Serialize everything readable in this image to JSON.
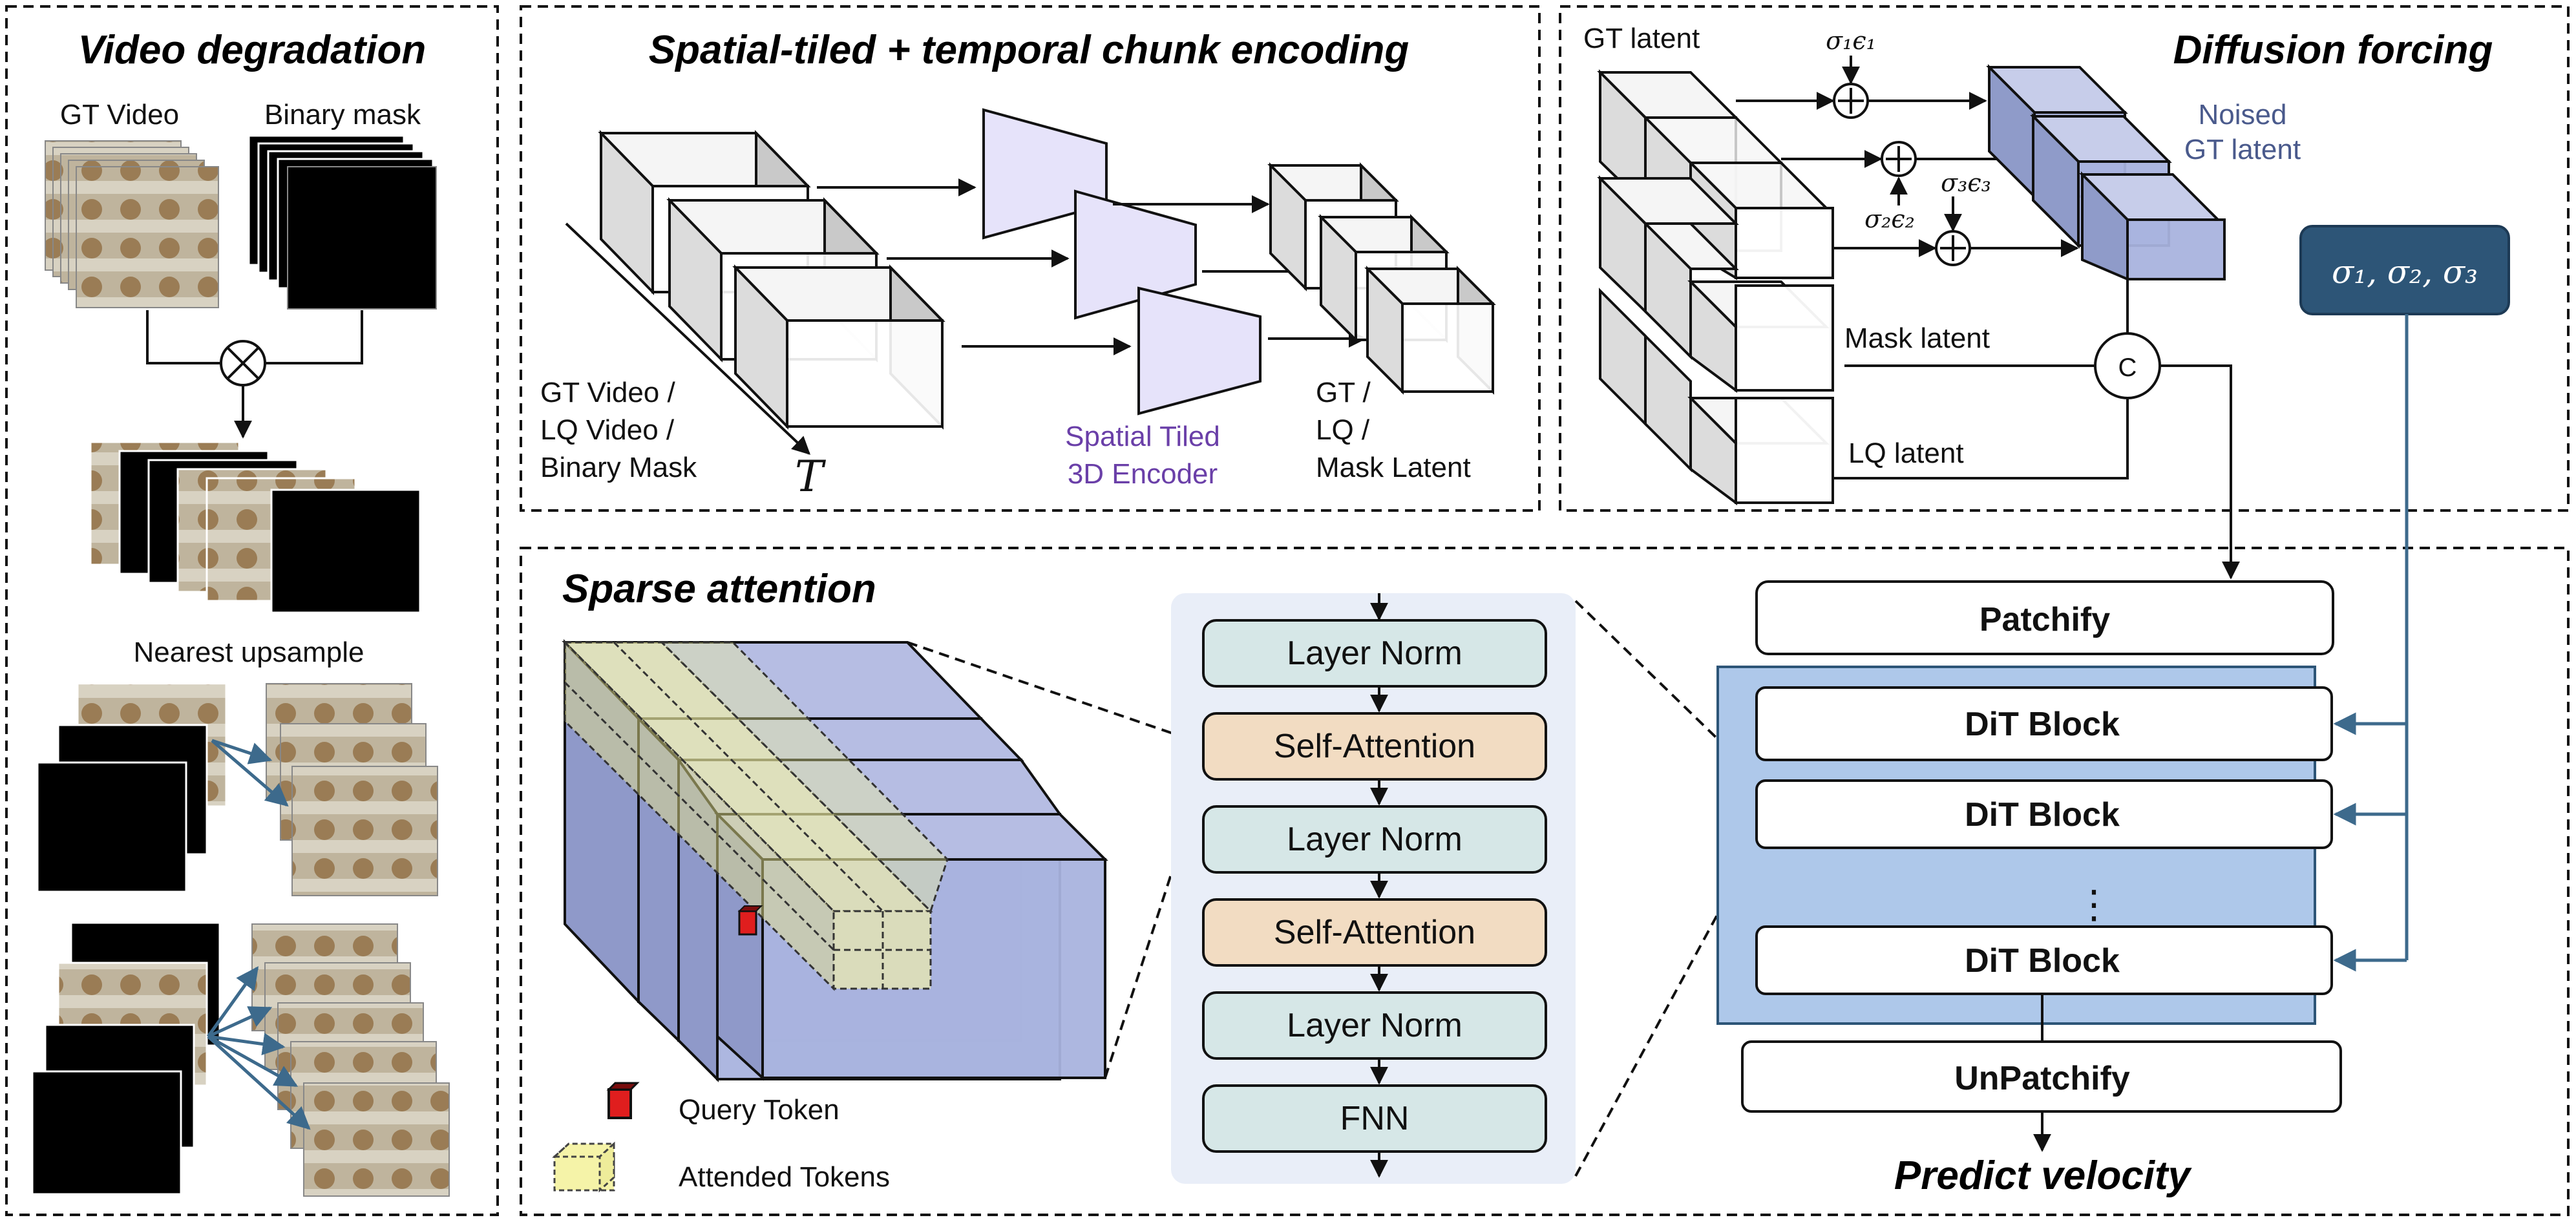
{
  "panels": {
    "degradation": {
      "title": "Video degradation",
      "gt_video": "GT Video",
      "binary_mask": "Binary mask",
      "multiply_icon": "⊗",
      "nearest_upsample": "Nearest upsample"
    },
    "encoding": {
      "title": "Spatial-tiled + temporal chunk encoding",
      "input_label": [
        "GT Video  /",
        "LQ Video  /",
        "Binary Mask"
      ],
      "time_axis": "T",
      "encoder_label": [
        "Spatial Tiled",
        "3D Encoder"
      ],
      "output_label": [
        "GT  /",
        "LQ  /",
        "Mask Latent"
      ]
    },
    "diffusion": {
      "title": "Diffusion forcing",
      "gt_latent": "GT latent",
      "noise_terms": [
        "σ₁ϵ₁",
        "σ₂ϵ₂",
        "σ₃ϵ₃"
      ],
      "noised_label": [
        "Noised",
        "GT latent"
      ],
      "mask_latent": "Mask latent",
      "lq_latent": "LQ latent",
      "concat": "C",
      "sigma_box": "σ₁, σ₂, σ₃"
    },
    "sparse": {
      "title": "Sparse attention",
      "legend_query": "Query Token",
      "legend_attended": "Attended Tokens",
      "block_stack": [
        "Layer Norm",
        "Self-Attention",
        "Layer Norm",
        "Self-Attention",
        "Layer Norm",
        "FNN"
      ]
    },
    "dit": {
      "patchify": "Patchify",
      "blocks": [
        "DiT Block",
        "DiT Block",
        "DiT Block"
      ],
      "ellipsis": "⋮",
      "unpatchify": "UnPatchify",
      "output": "Predict velocity"
    }
  },
  "colors": {
    "encoder_purple": "#e6e3fa",
    "encoder_label": "#6a3fa8",
    "noised_blue": "#a9b3de",
    "noised_label": "#4a5a8c",
    "sigma_box": "#2d5577",
    "dit_panel": "#aec8ea",
    "ln_box": "#d6e7e7",
    "sa_box": "#f2dcc2",
    "stack_bg": "#e9eef8",
    "attended_yellow": "#f5f3a8",
    "cube_blue": "#a9b3de",
    "query_red": "#e01e1e"
  }
}
